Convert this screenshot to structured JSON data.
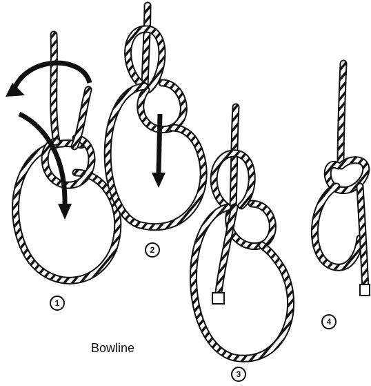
{
  "caption": "Bowline",
  "steps": [
    {
      "label": "1"
    },
    {
      "label": "2"
    },
    {
      "label": "3"
    },
    {
      "label": "4"
    }
  ],
  "colors": {
    "ink": "#111111",
    "rope_fill": "#ffffff",
    "paper": "#ffffff"
  }
}
